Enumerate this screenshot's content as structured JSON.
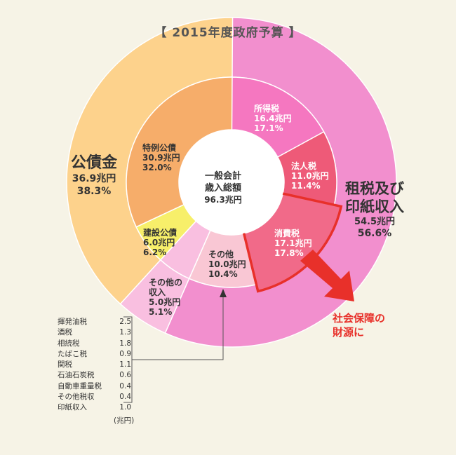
{
  "title": "【 2015年度政府予算 】",
  "center": {
    "line1": "一般会計",
    "line2": "歳入総額",
    "amount": "96.3兆円"
  },
  "outer": {
    "koukai": {
      "name": "公債金",
      "amount": "36.9兆円",
      "pct": "38.3%"
    },
    "sozei": {
      "name1": "租税及び",
      "name2": "印紙収入",
      "amount": "54.5兆円",
      "pct": "56.6%"
    }
  },
  "inner": {
    "shotoku": {
      "name": "所得税",
      "amount": "16.4兆円",
      "pct": "17.1%"
    },
    "hojin": {
      "name": "法人税",
      "amount": "11.0兆円",
      "pct": "11.4%"
    },
    "shohi": {
      "name": "消費税",
      "amount": "17.1兆円",
      "pct": "17.8%"
    },
    "sonota": {
      "name": "その他",
      "amount": "10.0兆円",
      "pct": "10.4%"
    },
    "sonota_shunyu": {
      "name1": "その他の",
      "name2": "収入",
      "amount": "5.0兆円",
      "pct": "5.1%"
    },
    "kensetsu": {
      "name": "建設公債",
      "amount": "6.0兆円",
      "pct": "6.2%"
    },
    "tokurei": {
      "name": "特例公債",
      "amount": "30.9兆円",
      "pct": "32.0%"
    }
  },
  "breakdown": [
    {
      "label": "揮発油税",
      "value": "2.5"
    },
    {
      "label": "酒税",
      "value": "1.3"
    },
    {
      "label": "相続税",
      "value": "1.8"
    },
    {
      "label": "たばこ税",
      "value": "0.9"
    },
    {
      "label": "関税",
      "value": "1.1"
    },
    {
      "label": "石油石炭税",
      "value": "0.6"
    },
    {
      "label": "自動車重量税",
      "value": "0.4"
    },
    {
      "label": "その他税収",
      "value": "0.4"
    },
    {
      "label": "印紙収入",
      "value": "1.0"
    }
  ],
  "breakdown_unit": "(兆円)",
  "callout": {
    "line1": "社会保障の",
    "line2": "財源に"
  },
  "colors": {
    "koukai_outer": "#fdd28c",
    "sozei_outer": "#f28fce",
    "tokurei": "#f6ad6a",
    "kensetsu": "#f7ef6a",
    "sonota_shunyu": "#f9bfe0",
    "sonota": "#f9c7d4",
    "shohi": "#f16a89",
    "hojin": "#ee5a78",
    "shotoku": "#f577c0",
    "highlight": "#e8302a"
  },
  "chart_data": {
    "type": "pie",
    "title": "【 2015年度政府予算 】",
    "total": 96.3,
    "outer_ring": [
      {
        "name": "公債金",
        "value": 36.9,
        "pct": 38.3
      },
      {
        "name": "租税及び印紙収入",
        "value": 54.5,
        "pct": 56.6
      },
      {
        "name": "その他の収入",
        "value": 5.0,
        "pct": 5.1
      }
    ],
    "inner_ring": [
      {
        "name": "所得税",
        "value": 16.4,
        "pct": 17.1
      },
      {
        "name": "法人税",
        "value": 11.0,
        "pct": 11.4
      },
      {
        "name": "消費税",
        "value": 17.1,
        "pct": 17.8
      },
      {
        "name": "その他",
        "value": 10.0,
        "pct": 10.4
      },
      {
        "name": "その他の収入",
        "value": 5.0,
        "pct": 5.1
      },
      {
        "name": "建設公債",
        "value": 6.0,
        "pct": 6.2
      },
      {
        "name": "特例公債",
        "value": 30.9,
        "pct": 32.0
      }
    ]
  }
}
